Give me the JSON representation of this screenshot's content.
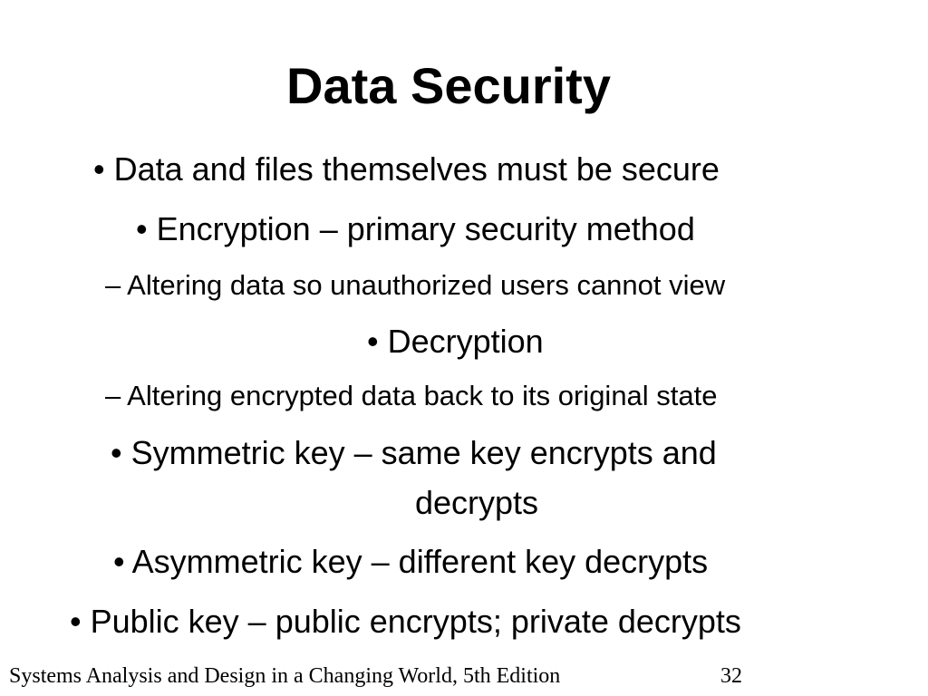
{
  "title": "Data Security",
  "lines": [
    "• Data and files themselves must be secure",
    "• Encryption – primary security method",
    "– Altering data so unauthorized users cannot view",
    "• Decryption",
    "– Altering encrypted data back to its original state",
    "• Symmetric key – same key encrypts and",
    "decrypts",
    "• Asymmetric key – different key decrypts",
    "• Public key – public encrypts; private decrypts"
  ],
  "footer": "Systems Analysis and Design in a Changing World, 5th Edition",
  "page_number": "32"
}
